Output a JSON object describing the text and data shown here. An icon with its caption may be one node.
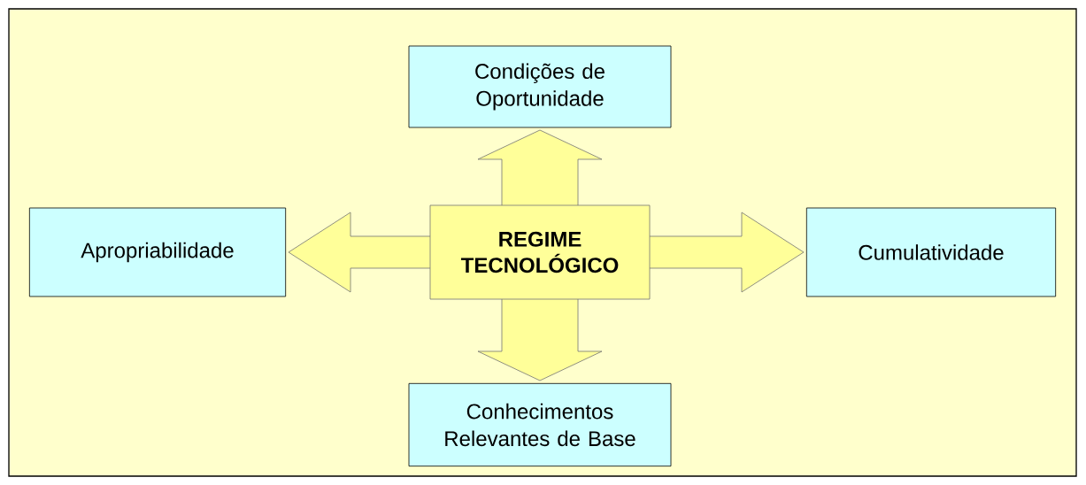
{
  "diagram": {
    "nodes": [
      {
        "text": [
          "Condições de Oportunidade"
        ]
      },
      {
        "text": [
          "Apropriabilidade"
        ]
      },
      {
        "text": [
          "REGIME TECNOLÓGICO"
        ]
      },
      {
        "text": [
          "Cumulatividade"
        ]
      },
      {
        "text": [
          "Conhecimentos Relevantes de Base"
        ]
      }
    ],
    "edges": [
      {
        "from": 2,
        "to": 0,
        "arrow": "to"
      },
      {
        "from": 2,
        "to": 1,
        "arrow": "to"
      },
      {
        "from": 2,
        "to": 3,
        "arrow": "to"
      },
      {
        "from": 2,
        "to": 4,
        "arrow": "to"
      }
    ]
  }
}
